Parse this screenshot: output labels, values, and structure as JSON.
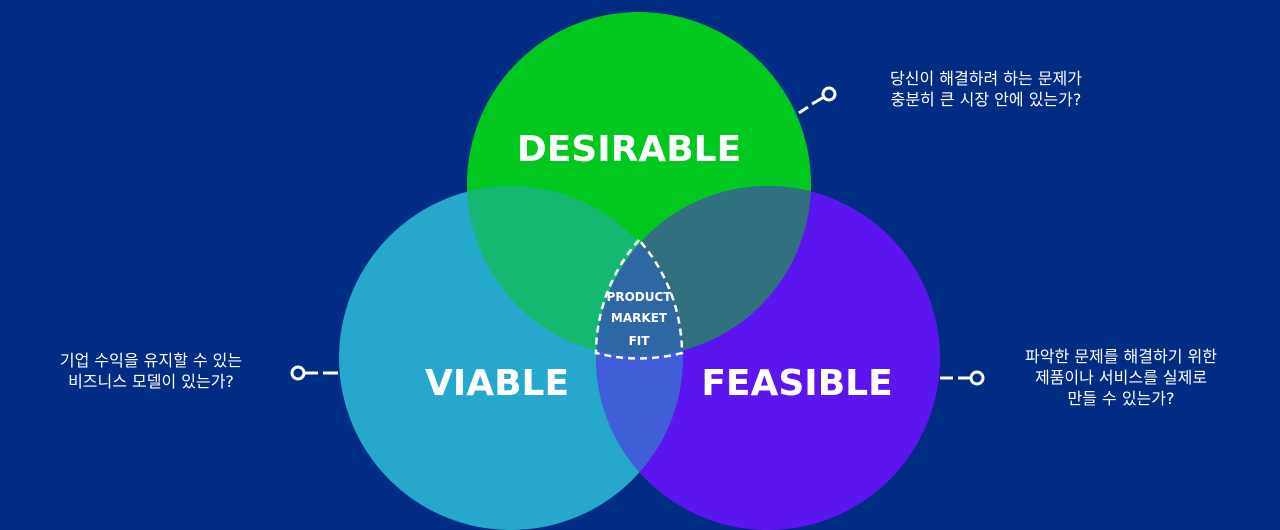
{
  "colors": {
    "background": "#002c83",
    "desirable": "#00c81e",
    "viable": "#26a8cc",
    "feasible": "#5b16ef"
  },
  "circles": {
    "desirable": "DESIRABLE",
    "viable": "VIABLE",
    "feasible": "FEASIBLE"
  },
  "center": {
    "line1": "PRODUCT",
    "line2": "MARKET",
    "line3": "FIT"
  },
  "callouts": {
    "desirable": {
      "line1": "당신이 해결하려 하는 문제가",
      "line2": "충분히 큰 시장 안에 있는가?"
    },
    "viable": {
      "line1": "기업 수익을 유지할 수 있는",
      "line2": "비즈니스 모델이 있는가?"
    },
    "feasible": {
      "line1": "파악한 문제를 해결하기 위한",
      "line2": "제품이나 서비스를 실제로",
      "line3": "만들 수 있는가?"
    }
  }
}
